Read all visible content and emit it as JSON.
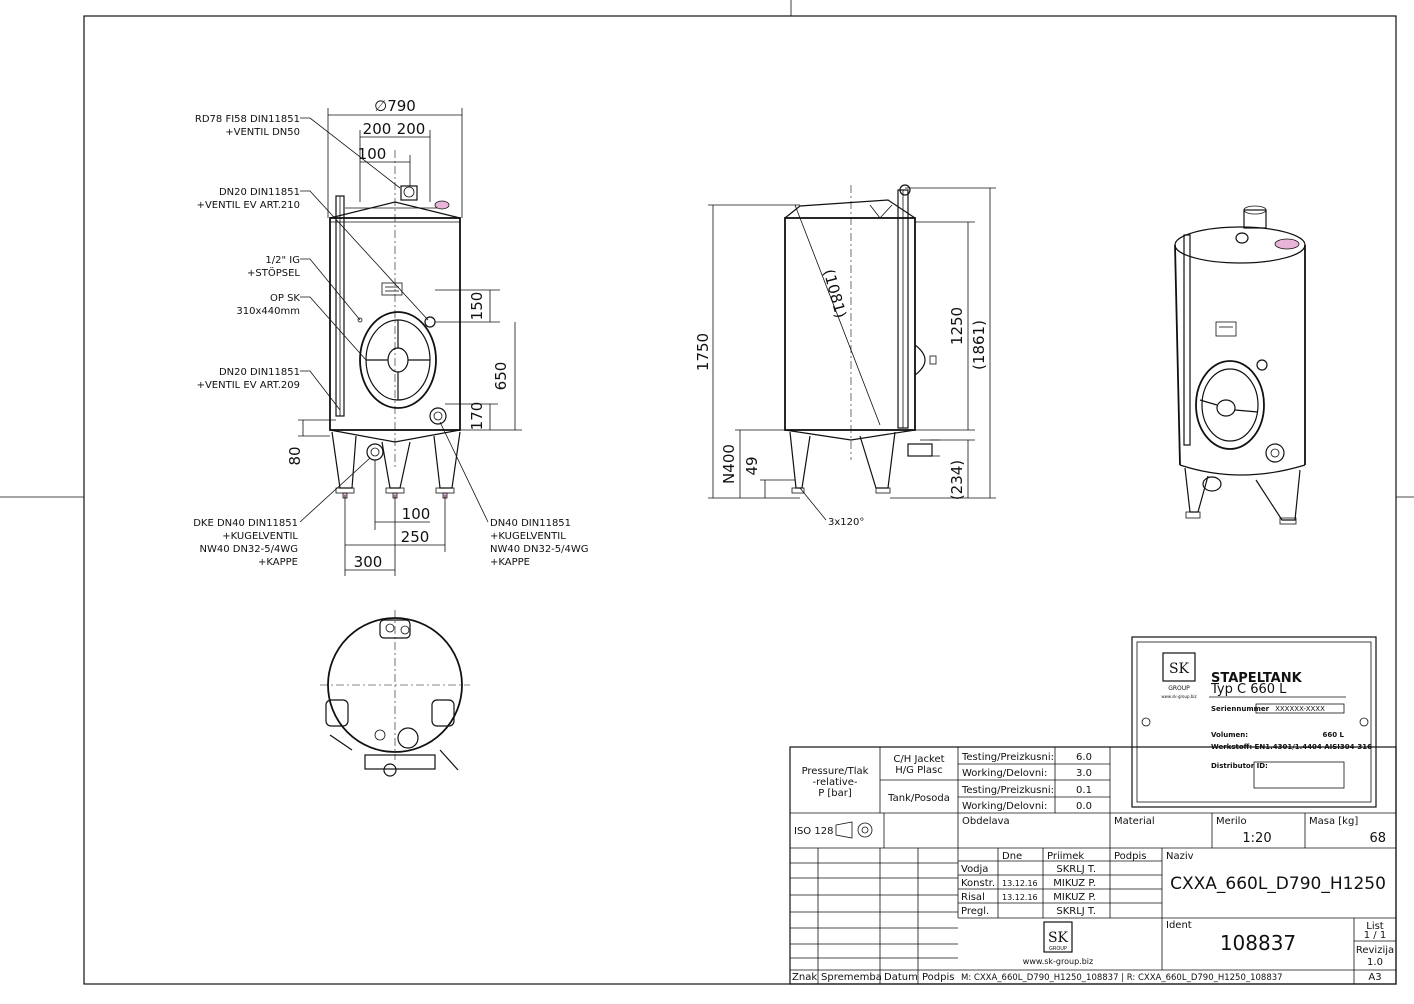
{
  "front_view": {
    "diameter": "∅790",
    "dim_200_left": "200",
    "dim_200_right": "200",
    "dim_100_top": "100",
    "dim_150": "150",
    "dim_650": "650",
    "dim_170": "170",
    "dim_80": "80",
    "dim_100_bottom": "100",
    "dim_250": "250",
    "dim_300": "300",
    "labels": [
      {
        "line1": "RD78 FI58 DIN11851",
        "line2": "+VENTIL DN50"
      },
      {
        "line1": "DN20 DIN11851",
        "line2": "+VENTIL EV ART.210"
      },
      {
        "line1": "1/2\" IG",
        "line2": "+STÖPSEL"
      },
      {
        "line1": "OP SK",
        "line2": "310x440mm"
      },
      {
        "line1": "DN20 DIN11851",
        "line2": "+VENTIL EV ART.209"
      }
    ],
    "bottom_left_label": [
      "DKE DN40 DIN11851",
      "+KUGELVENTIL",
      "NW40 DN32-5/4WG",
      "+KAPPE"
    ],
    "bottom_right_label": [
      "DN40 DIN11851",
      "+KUGELVENTIL",
      "NW40 DN32-5/4WG",
      "+KAPPE"
    ]
  },
  "side_view": {
    "dim_1750": "1750",
    "dim_1081": "(1081)",
    "dim_1250": "1250",
    "dim_1861": "(1861)",
    "dim_n400": "N400",
    "dim_49": "49",
    "dim_234": "(234)",
    "legs": "3x120°"
  },
  "plate": {
    "logo": "SK",
    "logo_sub": "GROUP",
    "logo_url": "www.sk-group.biz",
    "title": "STAPELTANK",
    "type": "Typ  C  660  L",
    "serial_label": "Seriennummer",
    "serial_value": "XXXXXX-XXXX",
    "volume_label": "Volumen:",
    "volume_value": "660  L",
    "material_label": "Werkstoff: EN1.4301/1.4404  AISI304-316",
    "distributor_label": "Distributor  ID:"
  },
  "title_block": {
    "pressure_label": [
      "Pressure/Tlak",
      "-relative-",
      "P [bar]"
    ],
    "jacket_label": [
      "C/H Jacket",
      "H/G Plasc"
    ],
    "tank_label": "Tank/Posoda",
    "tests": [
      {
        "label": "Testing/Preizkusni:",
        "value": "6.0"
      },
      {
        "label": "Working/Delovni:",
        "value": "3.0"
      },
      {
        "label": "Testing/Preizkusni:",
        "value": "0.1"
      },
      {
        "label": "Working/Delovni:",
        "value": "0.0"
      }
    ],
    "iso": "ISO 128",
    "obdelava": "Obdelava",
    "material": "Material",
    "merilo_label": "Merilo",
    "merilo_value": "1:20",
    "masa_label": "Masa [kg]",
    "masa_value": "68",
    "dne": "Dne",
    "priimek": "Priimek",
    "podpis": "Podpis",
    "naziv_label": "Naziv",
    "naziv_value": "CXXA_660L_D790_H1250",
    "people": [
      {
        "role": "Vodja",
        "date": "",
        "name": "SKRLJ T."
      },
      {
        "role": "Konstr.",
        "date": "13.12.16",
        "name": "MIKUZ P."
      },
      {
        "role": "Risal",
        "date": "13.12.16",
        "name": "MIKUZ P."
      },
      {
        "role": "Pregl.",
        "date": "",
        "name": "SKRLJ T."
      }
    ],
    "ident_label": "Ident",
    "ident_value": "108837",
    "list_label": "List",
    "list_value": "1 / 1",
    "revizija_label": "Revizija",
    "revizija_value": "1.0",
    "logo": "SK",
    "logo_sub": "GROUP",
    "website": "www.sk-group.biz",
    "footer_cols": [
      "Znak",
      "Sprememba",
      "Datum",
      "Podpis"
    ],
    "footer_file": "M: CXXA_660L_D790_H1250_108837 | R: CXXA_660L_D790_H1250_108837",
    "paper": "A3"
  }
}
